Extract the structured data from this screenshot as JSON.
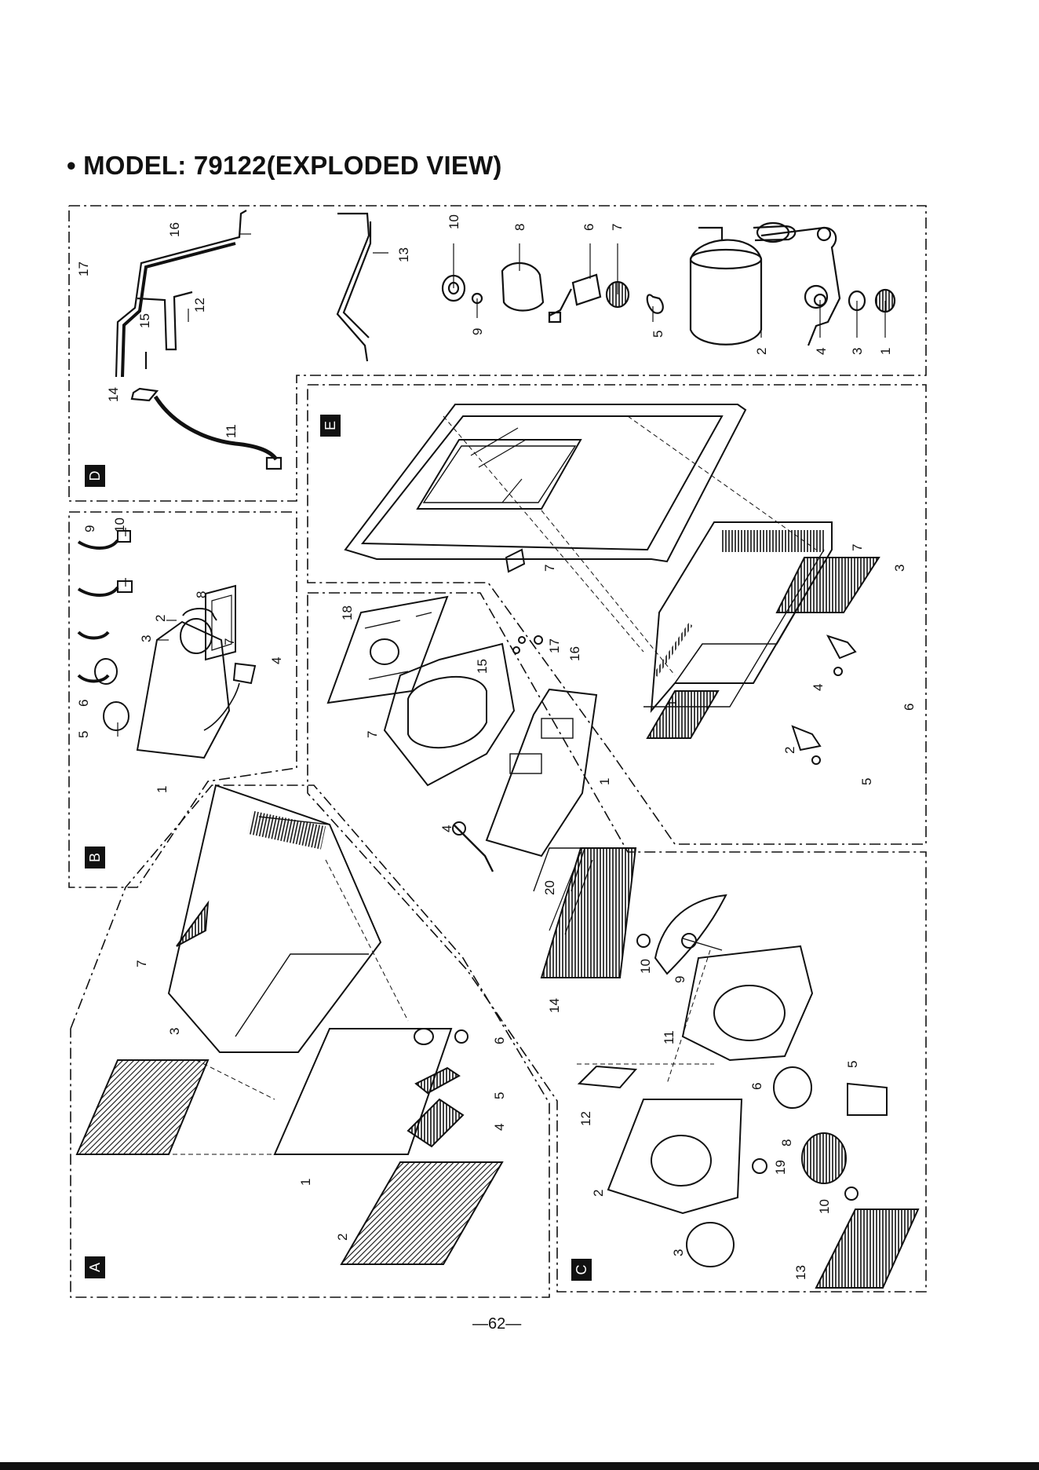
{
  "title": "• MODEL: 79122(EXPLODED VIEW)",
  "page_number": "—62—",
  "sections": [
    {
      "id": "A",
      "label": "A",
      "parts": [
        "1",
        "2",
        "3",
        "4",
        "5",
        "6",
        "7"
      ]
    },
    {
      "id": "B",
      "label": "B",
      "parts": [
        "1",
        "2",
        "3",
        "4",
        "5",
        "6",
        "7",
        "8",
        "9",
        "10"
      ]
    },
    {
      "id": "C",
      "label": "C",
      "parts": [
        "2",
        "3",
        "5",
        "6",
        "8",
        "9",
        "10",
        "11",
        "12",
        "13",
        "14",
        "19",
        "20"
      ]
    },
    {
      "id": "D",
      "label": "D",
      "parts": [
        "1",
        "2",
        "3",
        "4",
        "5",
        "6",
        "7",
        "8",
        "9",
        "10",
        "11",
        "12",
        "13",
        "14",
        "15",
        "16",
        "17"
      ]
    },
    {
      "id": "E",
      "label": "E",
      "parts": [
        "1",
        "2",
        "3",
        "4",
        "5",
        "6",
        "7",
        "15",
        "16",
        "17",
        "18"
      ]
    }
  ],
  "colors": {
    "ink": "#111111",
    "paper": "#ffffff"
  }
}
